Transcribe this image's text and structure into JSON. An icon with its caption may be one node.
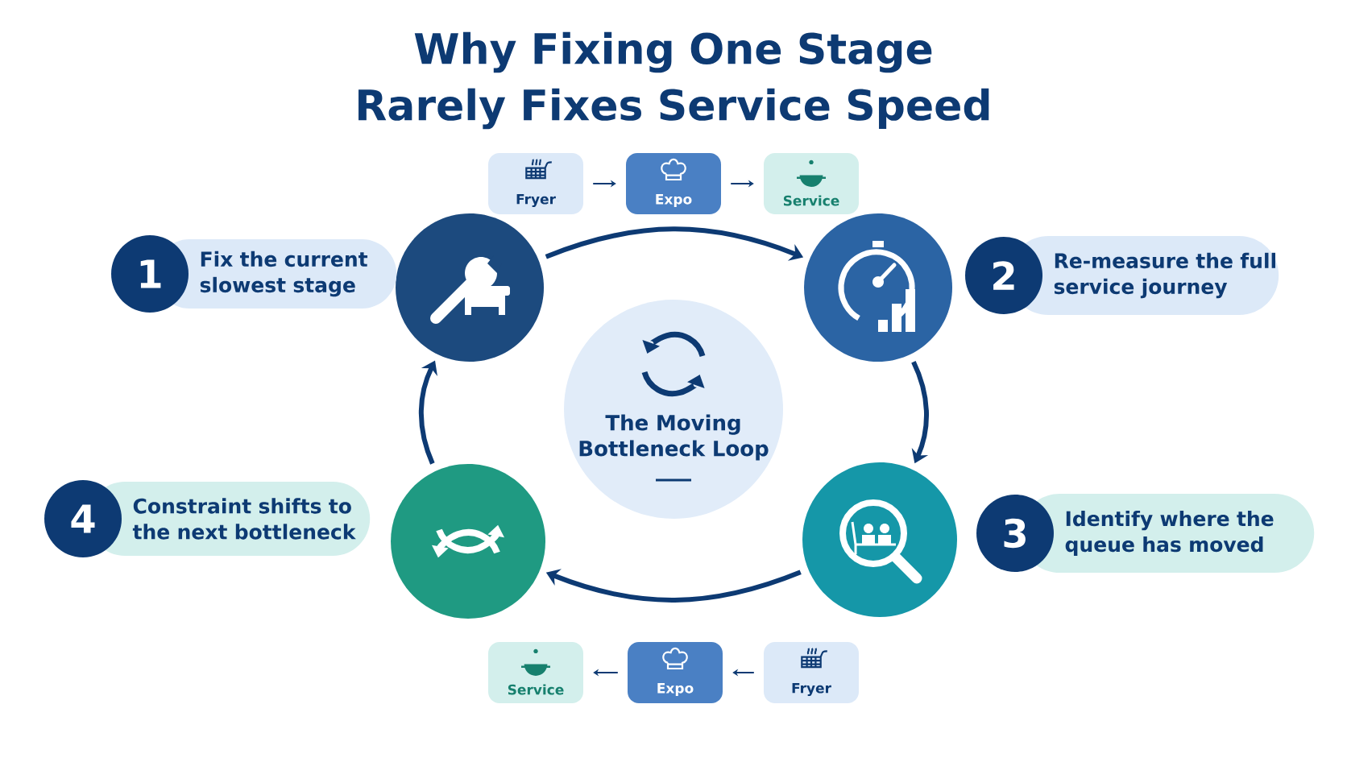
{
  "diagram": {
    "title": "Why Fixing One Stage Rarely Fixes Service Speed",
    "nodes": [
      {
        "text": [
          "Fryer"
        ]
      },
      {
        "text": [
          "Expo"
        ]
      },
      {
        "text": [
          "Service"
        ]
      },
      {
        "text": [],
        "shape": "circle"
      },
      {
        "text": [],
        "shape": "circle"
      },
      {
        "text": [],
        "shape": "circle"
      },
      {
        "text": [],
        "shape": "circle"
      },
      {
        "text": [
          "The Moving Bottleneck Loop"
        ]
      },
      {
        "text": [
          "1",
          "Fix the current slowest stage"
        ]
      },
      {
        "text": [
          "2",
          "Re-measure the full service journey"
        ]
      },
      {
        "text": [
          "3",
          "Identify where the queue has moved"
        ]
      },
      {
        "text": [
          "4",
          "Constraint shifts to the next bottleneck"
        ]
      },
      {
        "text": [
          "Service"
        ]
      },
      {
        "text": [
          "Expo"
        ]
      },
      {
        "text": [
          "Fryer"
        ]
      }
    ],
    "edges": [
      {
        "from": 0,
        "to": 1,
        "arrow": "to"
      },
      {
        "from": 1,
        "to": 2,
        "arrow": "to"
      },
      {
        "from": 14,
        "to": 13,
        "arrow": "to"
      },
      {
        "from": 13,
        "to": 12,
        "arrow": "to"
      },
      {
        "from": 3,
        "to": 4,
        "arrow": "to",
        "style": "thick"
      },
      {
        "from": 4,
        "to": 6,
        "arrow": "to",
        "style": "thick"
      },
      {
        "from": 6,
        "to": 5,
        "arrow": "to",
        "style": "thick"
      },
      {
        "from": 5,
        "to": 3,
        "arrow": "to",
        "style": "thick"
      }
    ]
  }
}
